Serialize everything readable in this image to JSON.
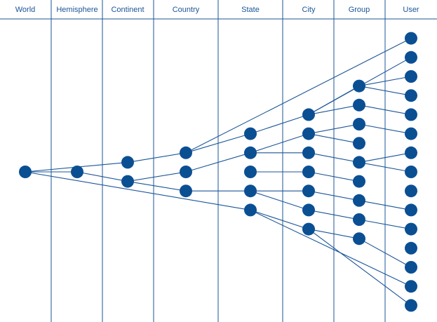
{
  "diagram": {
    "colors": {
      "line": "#1b5597",
      "node": "#0b4f93",
      "text": "#1b5597",
      "background": "#ffffff"
    },
    "columns": [
      {
        "id": "world",
        "label": "World"
      },
      {
        "id": "hemisphere",
        "label": "Hemisphere"
      },
      {
        "id": "continent",
        "label": "Continent"
      },
      {
        "id": "country",
        "label": "Country"
      },
      {
        "id": "state",
        "label": "State"
      },
      {
        "id": "city",
        "label": "City"
      },
      {
        "id": "group",
        "label": "Group"
      },
      {
        "id": "user",
        "label": "User"
      }
    ],
    "nodes": [
      {
        "id": "world-1",
        "col": 0,
        "row": 0
      },
      {
        "id": "hemisphere-1",
        "col": 1,
        "row": 0
      },
      {
        "id": "continent-1",
        "col": 2,
        "row": -0.5
      },
      {
        "id": "continent-2",
        "col": 2,
        "row": 0.5
      },
      {
        "id": "country-1",
        "col": 3,
        "row": -1
      },
      {
        "id": "country-2",
        "col": 3,
        "row": 0
      },
      {
        "id": "country-3",
        "col": 3,
        "row": 1
      },
      {
        "id": "state-1",
        "col": 4,
        "row": -2
      },
      {
        "id": "state-2",
        "col": 4,
        "row": -1
      },
      {
        "id": "state-3",
        "col": 4,
        "row": 0
      },
      {
        "id": "state-4",
        "col": 4,
        "row": 1
      },
      {
        "id": "state-5",
        "col": 4,
        "row": 2
      },
      {
        "id": "city-1",
        "col": 5,
        "row": -3
      },
      {
        "id": "city-2",
        "col": 5,
        "row": -2
      },
      {
        "id": "city-3",
        "col": 5,
        "row": -1
      },
      {
        "id": "city-4",
        "col": 5,
        "row": 0
      },
      {
        "id": "city-5",
        "col": 5,
        "row": 1
      },
      {
        "id": "city-6",
        "col": 5,
        "row": 2
      },
      {
        "id": "city-7",
        "col": 5,
        "row": 3
      },
      {
        "id": "group-1",
        "col": 6,
        "row": -4.5
      },
      {
        "id": "group-2",
        "col": 6,
        "row": -3.5
      },
      {
        "id": "group-3",
        "col": 6,
        "row": -2.5
      },
      {
        "id": "group-4",
        "col": 6,
        "row": -1.5
      },
      {
        "id": "group-5",
        "col": 6,
        "row": -0.5
      },
      {
        "id": "group-6",
        "col": 6,
        "row": 0.5
      },
      {
        "id": "group-7",
        "col": 6,
        "row": 1.5
      },
      {
        "id": "group-8",
        "col": 6,
        "row": 2.5
      },
      {
        "id": "group-9",
        "col": 6,
        "row": 3.5
      },
      {
        "id": "user-1",
        "col": 7,
        "row": -7
      },
      {
        "id": "user-2",
        "col": 7,
        "row": -6
      },
      {
        "id": "user-3",
        "col": 7,
        "row": -5
      },
      {
        "id": "user-4",
        "col": 7,
        "row": -4
      },
      {
        "id": "user-5",
        "col": 7,
        "row": -3
      },
      {
        "id": "user-6",
        "col": 7,
        "row": -2
      },
      {
        "id": "user-7",
        "col": 7,
        "row": -1
      },
      {
        "id": "user-8",
        "col": 7,
        "row": 0
      },
      {
        "id": "user-9",
        "col": 7,
        "row": 1
      },
      {
        "id": "user-10",
        "col": 7,
        "row": 2
      },
      {
        "id": "user-11",
        "col": 7,
        "row": 3
      },
      {
        "id": "user-12",
        "col": 7,
        "row": 4
      },
      {
        "id": "user-13",
        "col": 7,
        "row": 5
      },
      {
        "id": "user-14",
        "col": 7,
        "row": 6
      },
      {
        "id": "user-15",
        "col": 7,
        "row": 7
      }
    ],
    "edges": [
      [
        "world-1",
        "hemisphere-1"
      ],
      [
        "world-1",
        "continent-1"
      ],
      [
        "world-1",
        "state-5"
      ],
      [
        "hemisphere-1",
        "continent-2"
      ],
      [
        "continent-1",
        "country-1"
      ],
      [
        "continent-2",
        "country-2"
      ],
      [
        "continent-2",
        "country-3"
      ],
      [
        "country-1",
        "user-1"
      ],
      [
        "country-1",
        "state-1"
      ],
      [
        "country-2",
        "state-2"
      ],
      [
        "country-3",
        "state-4"
      ],
      [
        "state-1",
        "city-1"
      ],
      [
        "state-2",
        "city-2"
      ],
      [
        "state-2",
        "city-3"
      ],
      [
        "state-3",
        "city-4"
      ],
      [
        "state-4",
        "city-5"
      ],
      [
        "state-4",
        "city-6"
      ],
      [
        "state-5",
        "city-7"
      ],
      [
        "state-5",
        "user-14"
      ],
      [
        "city-1",
        "user-2"
      ],
      [
        "city-1",
        "group-1"
      ],
      [
        "city-1",
        "group-2"
      ],
      [
        "city-2",
        "group-3"
      ],
      [
        "city-2",
        "group-4"
      ],
      [
        "city-3",
        "group-5"
      ],
      [
        "city-4",
        "group-6"
      ],
      [
        "city-5",
        "group-7"
      ],
      [
        "city-6",
        "group-8"
      ],
      [
        "city-7",
        "group-9"
      ],
      [
        "city-7",
        "user-15"
      ],
      [
        "group-1",
        "user-3"
      ],
      [
        "group-1",
        "user-4"
      ],
      [
        "group-2",
        "user-5"
      ],
      [
        "group-3",
        "user-6"
      ],
      [
        "group-5",
        "user-7"
      ],
      [
        "group-5",
        "user-8"
      ],
      [
        "group-7",
        "user-10"
      ],
      [
        "group-8",
        "user-11"
      ],
      [
        "group-9",
        "user-13"
      ]
    ]
  }
}
